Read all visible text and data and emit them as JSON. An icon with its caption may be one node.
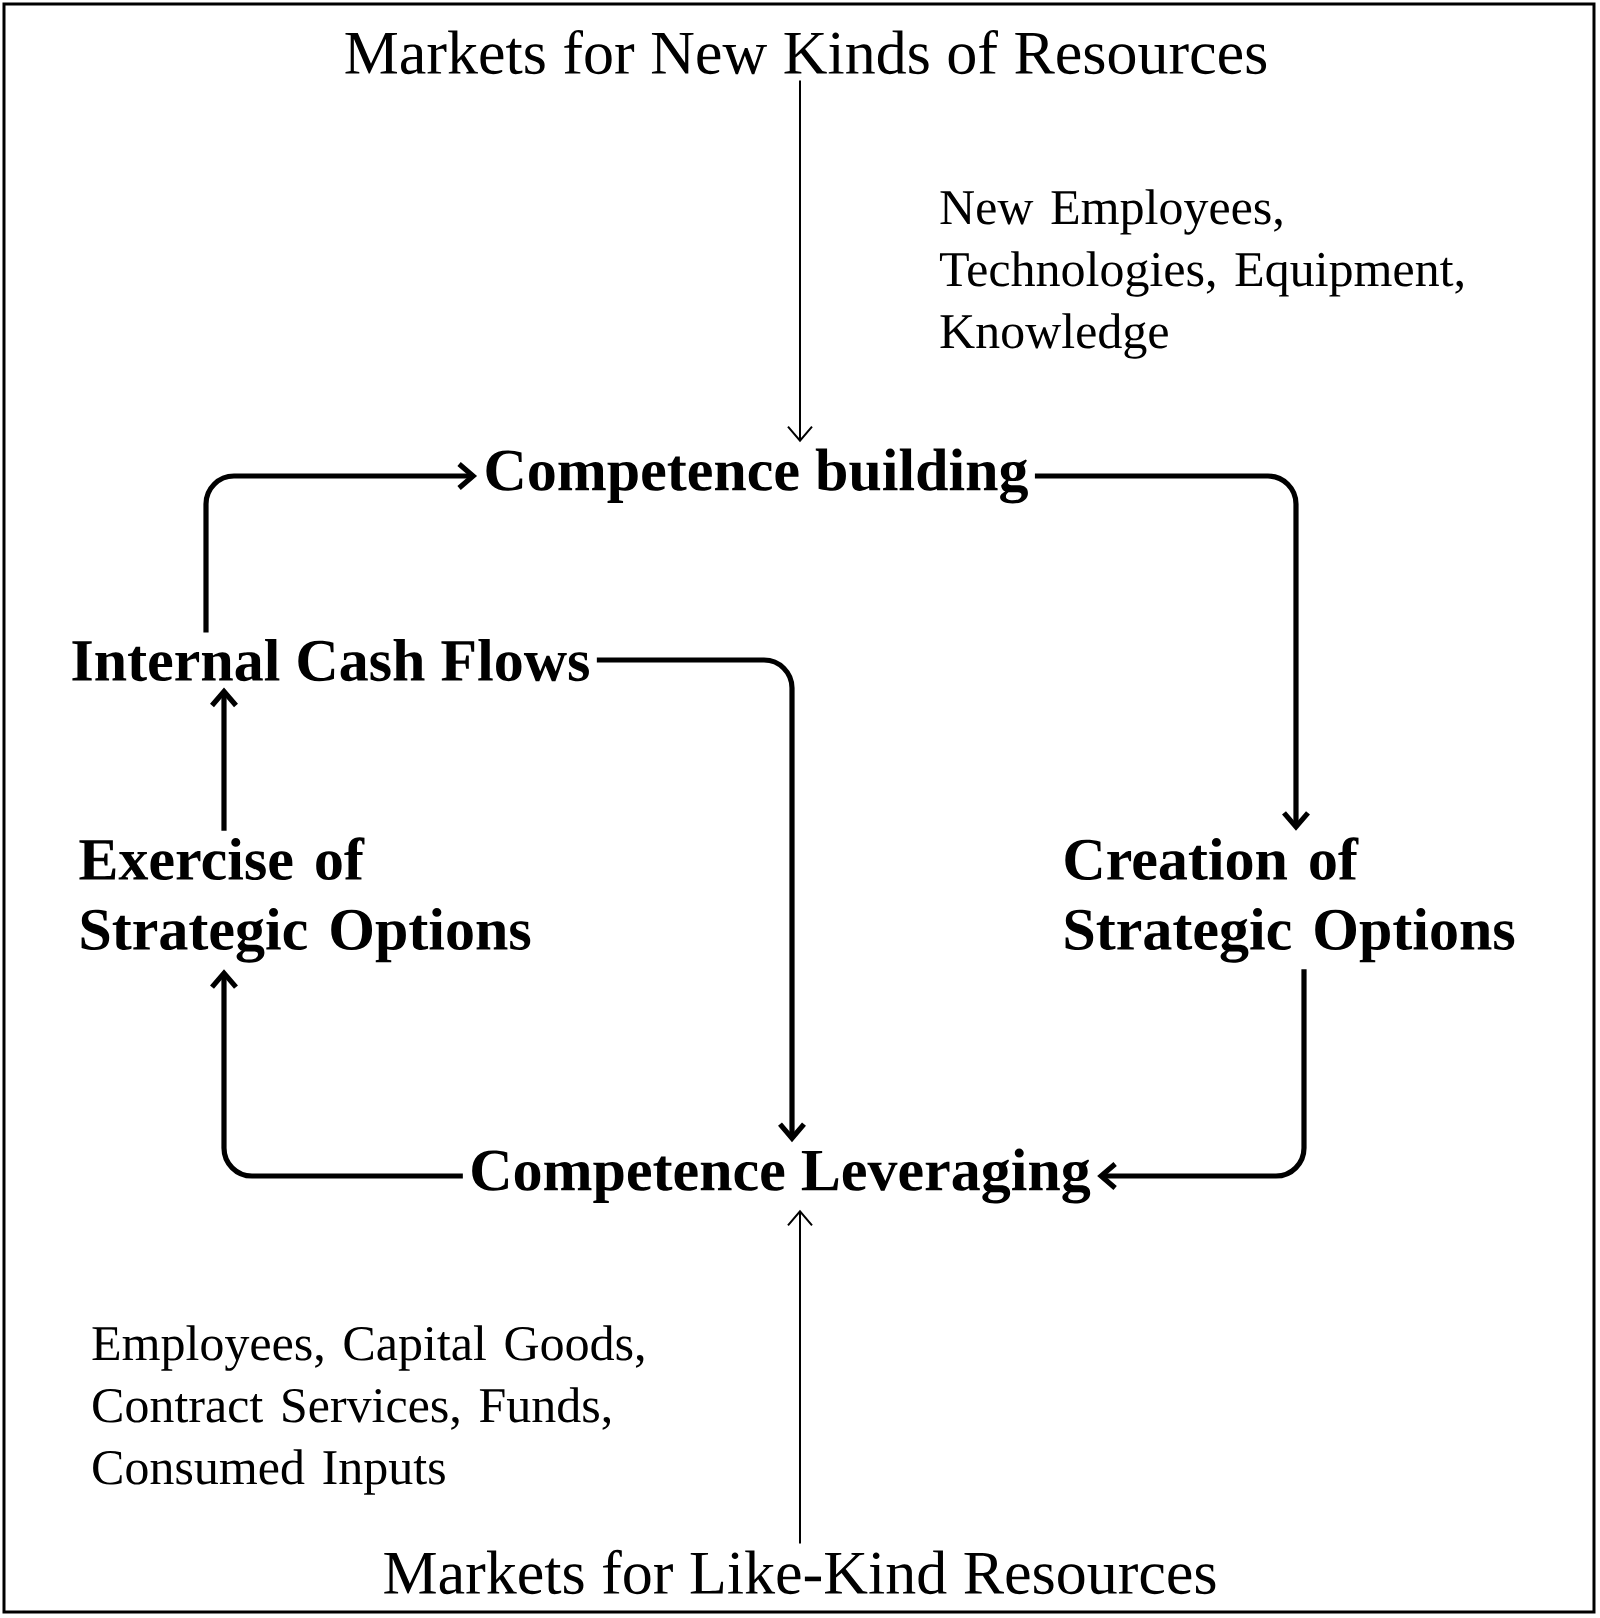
{
  "diagram": {
    "nodes": [
      {
        "text": [
          "Markets for New Kinds of Resources"
        ]
      },
      {
        "text": [
          "Competence building"
        ]
      },
      {
        "text": [
          "Internal Cash Flows"
        ]
      },
      {
        "text": [
          "Creation of Strategic Options"
        ]
      },
      {
        "text": [
          "Exercise of Strategic Options"
        ]
      },
      {
        "text": [
          "Competence Leveraging"
        ]
      },
      {
        "text": [
          "Markets for Like-Kind Resources"
        ]
      }
    ],
    "edges": [
      {
        "from": 0,
        "to": 1,
        "arrow": "to",
        "label": "New Employees, Technologies, Equipment, Knowledge"
      },
      {
        "from": 2,
        "to": 1,
        "arrow": "to"
      },
      {
        "from": 1,
        "to": 3,
        "arrow": "to"
      },
      {
        "from": 3,
        "to": 5,
        "arrow": "to"
      },
      {
        "from": 2,
        "to": 5,
        "arrow": "to"
      },
      {
        "from": 5,
        "to": 4,
        "arrow": "to"
      },
      {
        "from": 4,
        "to": 2,
        "arrow": "to"
      },
      {
        "from": 6,
        "to": 5,
        "arrow": "to",
        "label": "Employees, Capital Goods, Contract Services, Funds, Consumed Inputs"
      }
    ]
  }
}
